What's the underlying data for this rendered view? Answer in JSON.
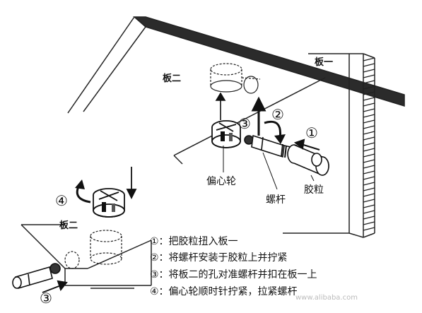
{
  "labels": {
    "board_two_top": "板二",
    "board_one": "板一",
    "board_two_bottom": "板二",
    "eccentric_wheel": "偏心轮",
    "screw_rod": "螺杆",
    "dowel": "胶粒"
  },
  "step_markers": {
    "m1": "①",
    "m2": "②",
    "m3_top": "③",
    "m4": "④",
    "m3_bottom": "③"
  },
  "steps": [
    "①：把胶粒扭入板一",
    "②：将螺杆安装于胶粒上并拧紧",
    "③：将板二的孔对准螺杆并扣在板一上",
    "④：偏心轮顺时针拧紧，拉紧螺杆"
  ],
  "watermark": "www.alibaba.com"
}
